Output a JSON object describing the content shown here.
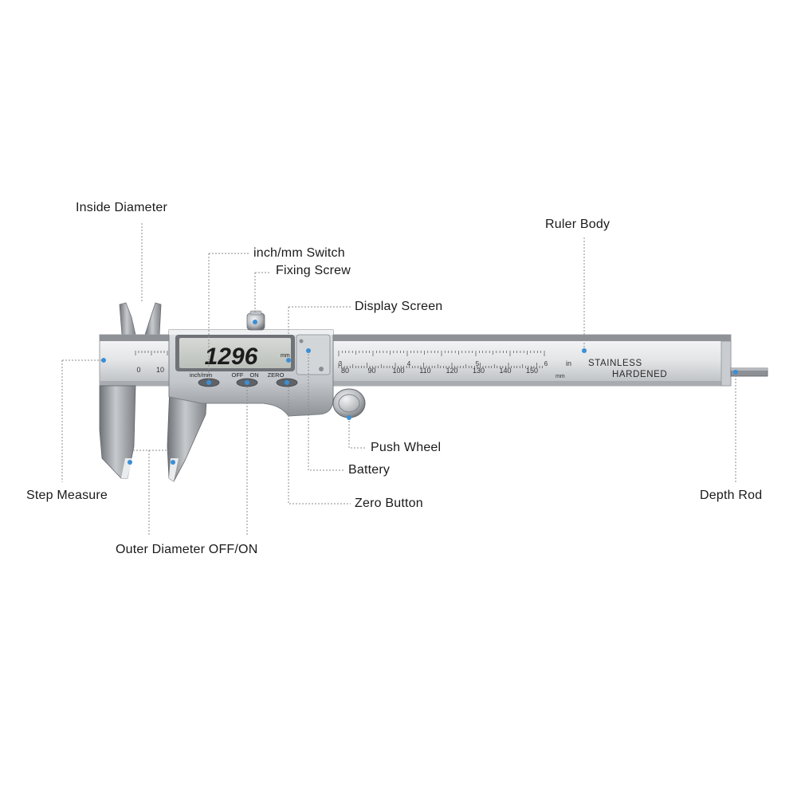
{
  "labels": {
    "inside_diameter": "Inside Diameter",
    "inch_mm_switch": "inch/mm Switch",
    "fixing_screw": "Fixing Screw",
    "display_screen": "Display Screen",
    "ruler_body": "Ruler Body",
    "push_wheel": "Push Wheel",
    "battery": "Battery",
    "zero_button": "Zero Button",
    "step_measure": "Step Measure",
    "depth_rod": "Depth Rod",
    "outer_diameter_off_on": "Outer Diameter OFF/ON"
  },
  "lcd": {
    "reading": "1296",
    "unit": "mm"
  },
  "buttons": {
    "inch_mm": "inch/mm",
    "off": "OFF",
    "on": "ON",
    "zero": "ZERO"
  },
  "ruler": {
    "stamp_line1": "STAINLESS",
    "stamp_line2": "HARDENED",
    "inch_unit": "in",
    "mm_unit": "mm",
    "mm_numbers": [
      "80",
      "90",
      "100",
      "110",
      "120",
      "130",
      "140",
      "150"
    ],
    "inch_numbers": [
      "3",
      "4",
      "5",
      "6"
    ],
    "jaw_scale_numbers": [
      "0",
      "10"
    ]
  },
  "colors": {
    "accent_dot": "#3a8fd6",
    "leader_line": "#8c8c8c",
    "steel_light": "#e4e6e8",
    "steel_dark": "#9a9ea3",
    "lcd_face": "#c9cdc9"
  }
}
